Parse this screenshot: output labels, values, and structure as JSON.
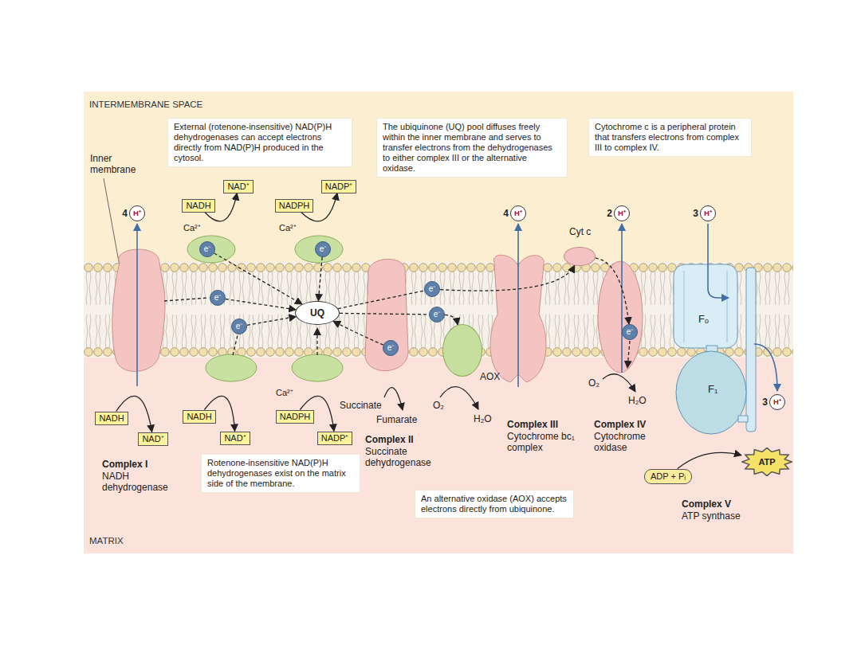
{
  "diagram": {
    "nodes": [
      {
        "text": [
          "External (rotenone-insensitive) NAD(P)H dehydrogenases can accept electrons directly from NAD(P)H produced in the cytosol."
        ]
      },
      {
        "text": [
          "The ubiquinone (UQ) pool diffuses freely within the inner membrane and serves to transfer electrons from the dehydrogenases to either complex III or the alternative oxidase."
        ]
      },
      {
        "text": [
          "Cytochrome c is a peripheral protein that transfers electrons from complex III to complex IV."
        ]
      },
      {
        "text": [
          "NAD⁺"
        ]
      },
      {
        "text": [
          "NADP⁺"
        ]
      },
      {
        "text": [
          "4",
          "H⁺"
        ]
      },
      {
        "text": [
          "NADH"
        ]
      },
      {
        "text": [
          "NADPH"
        ]
      },
      {
        "text": [
          "4",
          "H⁺"
        ]
      },
      {
        "text": [
          "2",
          "H⁺"
        ]
      },
      {
        "text": [
          "3",
          "H⁺"
        ]
      },
      {
        "text": [
          "Cyt c"
        ]
      },
      {
        "text": [
          "e⁻"
        ]
      },
      {
        "text": [
          "e⁻"
        ]
      },
      {
        "text": [
          "e⁻"
        ]
      },
      {
        "text": [
          "UQ"
        ]
      },
      {
        "text": [
          "e⁻"
        ]
      },
      {
        "text": [
          "e⁻"
        ]
      },
      {
        "text": [
          "e⁻"
        ]
      },
      {
        "text": [
          "e⁻"
        ]
      },
      {
        "text": [
          "e⁻"
        ]
      },
      {
        "text": [
          "AOX"
        ]
      },
      {
        "text": [
          "3",
          "H⁺"
        ]
      },
      {
        "text": [
          "NADH"
        ]
      },
      {
        "text": [
          "NAD⁺"
        ]
      },
      {
        "text": [
          "NADH"
        ]
      },
      {
        "text": [
          "NAD⁺"
        ]
      },
      {
        "text": [
          "NADPH"
        ]
      },
      {
        "text": [
          "NADP⁺"
        ]
      },
      {
        "text": [
          "Rotenone-insensitive NAD(P)H dehydrogenases exist on the matrix side of the membrane."
        ]
      },
      {
        "text": [
          "ATP"
        ]
      },
      {
        "text": [
          "ADP + Pᵢ"
        ]
      },
      {
        "text": [
          "An alternative oxidase (AOX) accepts electrons directly from ubiquinone."
        ]
      }
    ],
    "edges": [
      {
        "from": 23,
        "to": 24,
        "arrow": "to"
      },
      {
        "from": 6,
        "to": 3,
        "arrow": "to"
      },
      {
        "from": 7,
        "to": 4,
        "arrow": "to"
      },
      {
        "from": 25,
        "to": 26,
        "arrow": "to"
      },
      {
        "from": 27,
        "to": 28,
        "arrow": "to"
      },
      {
        "from": 12,
        "to": 15,
        "arrow": "to"
      },
      {
        "from": 13,
        "to": 15,
        "arrow": "to"
      },
      {
        "from": 14,
        "to": 15,
        "arrow": "to"
      },
      {
        "from": 19,
        "to": 15,
        "arrow": "to"
      },
      {
        "from": 20,
        "to": 15,
        "arrow": "to"
      },
      {
        "from": 15,
        "to": 16,
        "arrow": "none"
      },
      {
        "from": 16,
        "to": 11,
        "arrow": "to"
      },
      {
        "from": 15,
        "to": 17,
        "arrow": "none"
      },
      {
        "from": 17,
        "to": 21,
        "arrow": "to"
      },
      {
        "from": 11,
        "to": 18,
        "arrow": "to"
      },
      {
        "from": 31,
        "to": 30,
        "arrow": "to"
      }
    ],
    "labels": [
      "INTERMEMBRANE SPACE",
      "Inner membrane",
      "Ca²⁺",
      "Ca²⁺",
      "Fₒ",
      "F₁",
      "Ca²⁺",
      "Succinate",
      "O₂",
      "O₂",
      "H₂O",
      "Fumarate",
      "H₂O",
      "Complex I",
      "NADH dehydrogenase",
      "Complex II",
      "Succinate dehydrogenase",
      "Complex III",
      "Cytochrome bc₁ complex",
      "Complex IV",
      "Cytochrome oxidase",
      "Complex V",
      "ATP synthase",
      "MATRIX"
    ]
  }
}
